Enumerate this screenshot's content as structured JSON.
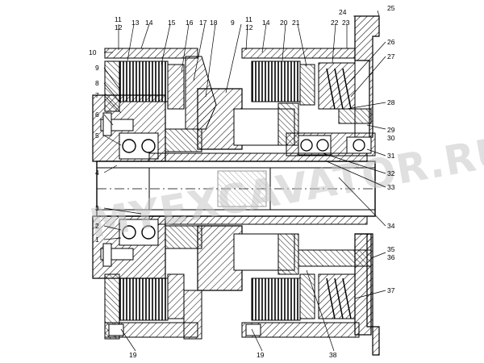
{
  "drawing": {
    "subject": "clutch assembly sectional drawing",
    "watermark": "MYEXCAVATOR.RU",
    "callouts": [
      "1",
      "2",
      "3",
      "4",
      "5",
      "6",
      "7",
      "8",
      "9",
      "10",
      "11",
      "12",
      "13",
      "14",
      "15",
      "16",
      "17",
      "18",
      "19",
      "20",
      "21",
      "22",
      "23",
      "24",
      "25",
      "26",
      "27",
      "28",
      "29",
      "30",
      "31",
      "32",
      "33",
      "34",
      "35",
      "36",
      "37",
      "38"
    ],
    "colors": {
      "line": "#000000",
      "hatch": "#000000",
      "background": "#ffffff",
      "watermark": "#c8c8c8"
    }
  }
}
